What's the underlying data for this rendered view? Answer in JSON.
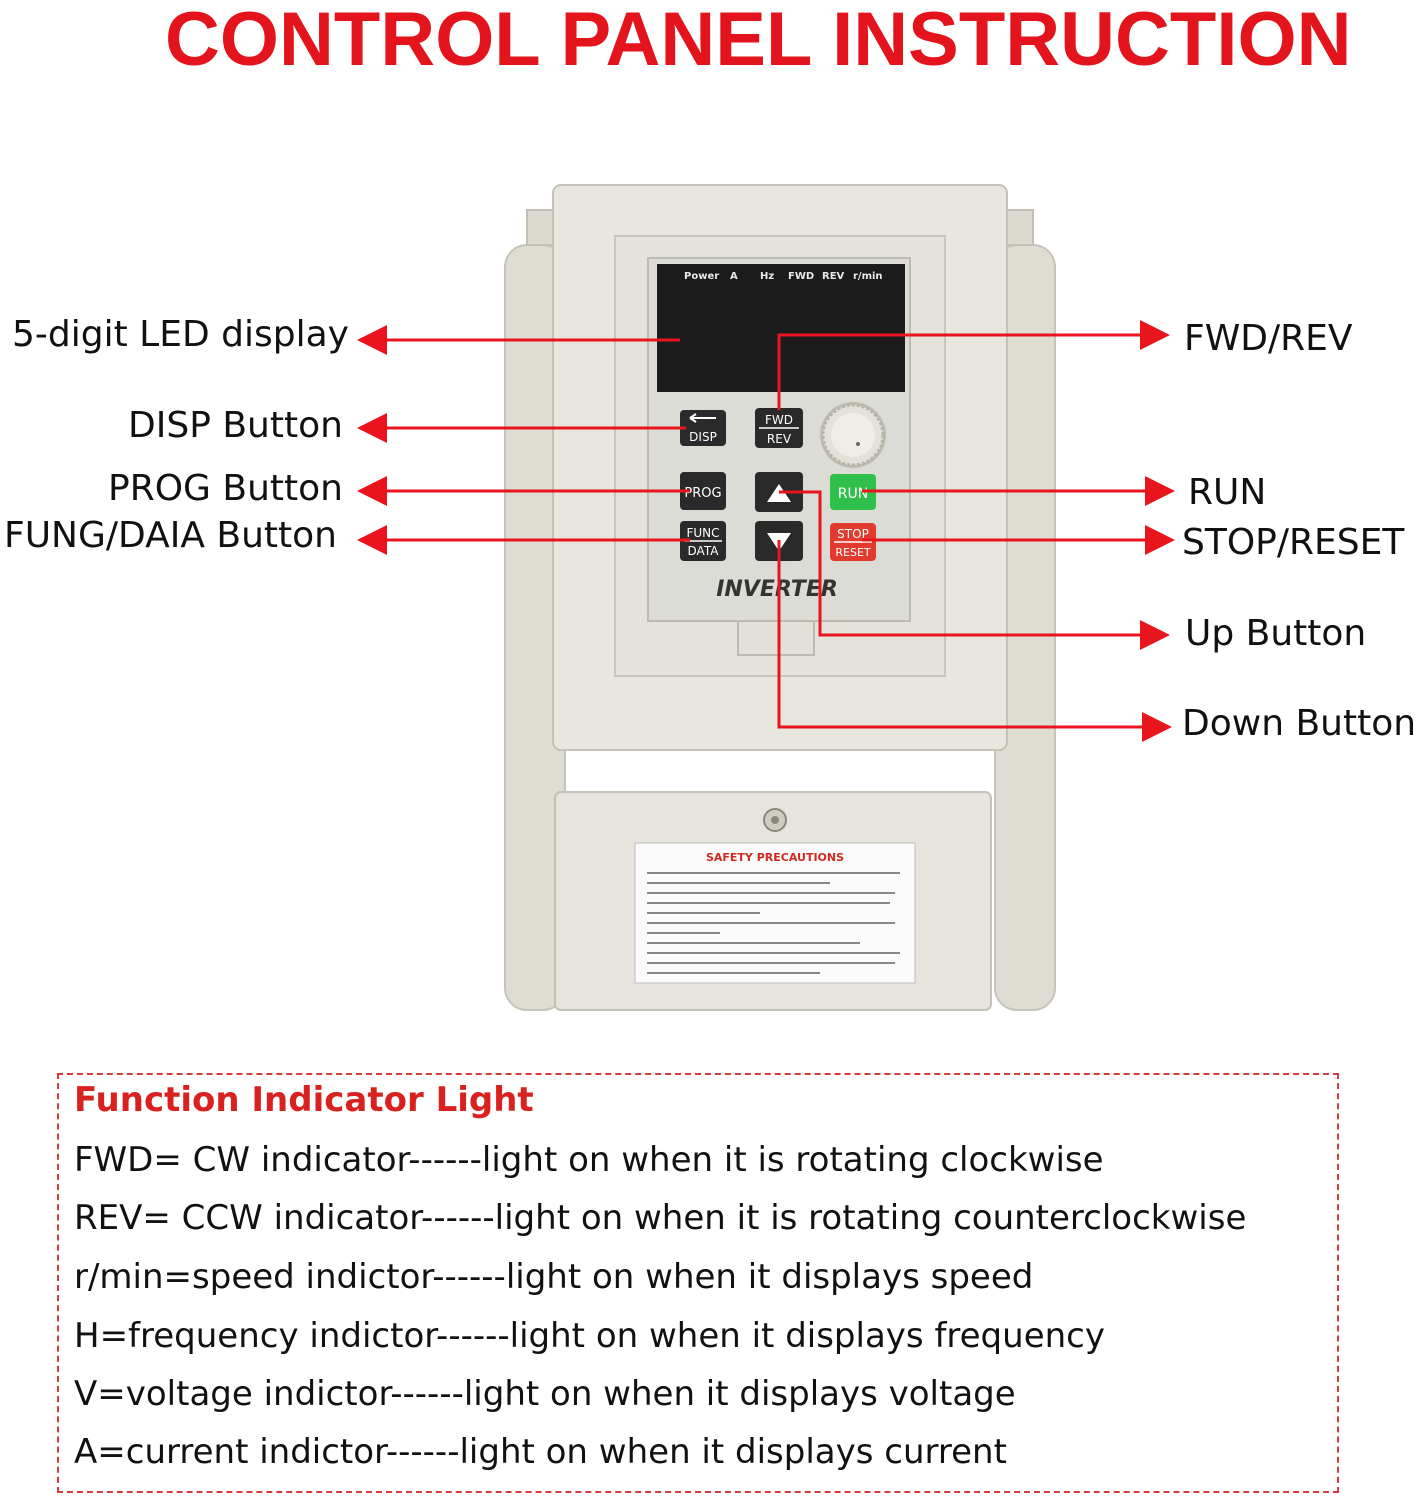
{
  "title": "CONTROL PANEL INSTRUCTION",
  "device": {
    "display_indicators": [
      "Power",
      "A",
      "Hz",
      "FWD",
      "REV",
      "r/min"
    ],
    "keys": {
      "disp": "DISP",
      "fwd": "FWD",
      "rev": "REV",
      "prog": "PROG",
      "run": "RUN",
      "func": "FUNC",
      "data": "DATA",
      "stop": "STOP",
      "reset": "RESET"
    },
    "brand": "INVERTER",
    "safety_title": "SAFETY PRECAUTIONS"
  },
  "labels_left": {
    "led_display": "5-digit LED display",
    "disp_button": "DISP Button",
    "prog_button": "PROG Button",
    "func_data_button": "FUNG/DAIA Button"
  },
  "labels_right": {
    "fwd_rev": "FWD/REV",
    "run": "RUN",
    "stop_reset": "STOP/RESET",
    "up_button": "Up Button",
    "down_button": "Down Button"
  },
  "legend": {
    "title": "Function Indicator Light",
    "lines": [
      "FWD= CW indicator------light on when it is rotating clockwise",
      "REV= CCW indicator------light on when it is rotating counterclockwise",
      "r/min=speed indictor------light on when it displays speed",
      "H=frequency indictor------light on when it displays frequency",
      "V=voltage indictor------light on when it displays voltage",
      "A=current indictor------light on when it displays current"
    ]
  },
  "colors": {
    "title_red": "#e3141b",
    "arrow_red": "#e8151c",
    "body_beige": "#e6e4dc",
    "run_green": "#2fbf4a",
    "stop_red": "#e23a2e"
  }
}
